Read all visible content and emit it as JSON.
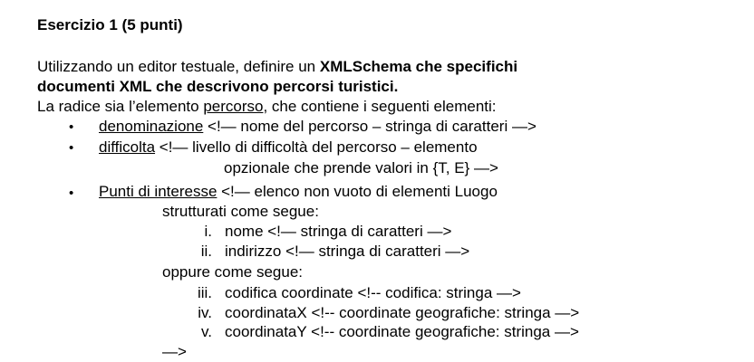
{
  "title": "Esercizio 1 (5 punti)",
  "intro": {
    "text1": "Utilizzando un editor testuale, definire un ",
    "bold1": "XMLSchema che specifichi",
    "bold2": "documenti XML che descrivono percorsi turistici.",
    "root_prefix": "La radice sia l’elemento ",
    "root_element": "percorso",
    "root_suffix": ", che contiene i seguenti elementi:"
  },
  "bullet_symbol": "•",
  "items": [
    {
      "name": "denominazione",
      "comment": " <!— nome del percorso – stringa di caratteri —>"
    },
    {
      "name": "difficolta",
      "comment": " <!— livello di difficoltà del percorso – elemento",
      "comment_cont": "opzionale che prende valori in {T, E} —>"
    },
    {
      "name": "Punti di interesse",
      "comment": " <!— elenco non vuoto di elementi Luogo",
      "comment_cont": "strutturati come segue:"
    }
  ],
  "sub_list_1": [
    {
      "num": "i.",
      "text": "nome <!— stringa di caratteri —>"
    },
    {
      "num": "ii.",
      "text": "indirizzo <!— stringa di caratteri —>"
    }
  ],
  "or_text": "oppure come segue:",
  "sub_list_2": [
    {
      "num": "iii.",
      "text": "codifica coordinate <!-- codifica: stringa —>"
    },
    {
      "num": "iv.",
      "text": "coordinataX <!-- coordinate geografiche: stringa —>"
    },
    {
      "num": "v.",
      "text": "coordinataY <!-- coordinate geografiche: stringa —>"
    }
  ],
  "closing": "—>"
}
